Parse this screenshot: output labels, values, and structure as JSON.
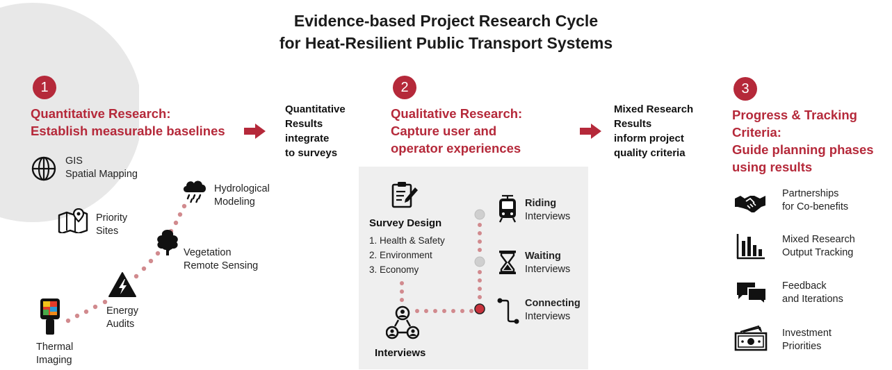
{
  "title": {
    "line1": "Evidence-based Project Research Cycle",
    "line2": "for Heat-Resilient Public Transport Systems"
  },
  "colors": {
    "accent": "#b5293a",
    "dot": "#d18a8e",
    "panel": "#efefef",
    "circle": "#e8e8e8"
  },
  "stage1": {
    "number": "1",
    "heading1": "Quantitative Research:",
    "heading2": "Establish measurable baselines",
    "items": {
      "gis": {
        "line1": "GIS",
        "line2": "Spatial Mapping",
        "icon": "globe-icon"
      },
      "priority": {
        "line1": "Priority",
        "line2": "Sites",
        "icon": "map-pin-icon"
      },
      "hydro": {
        "line1": "Hydrological",
        "line2": "Modeling",
        "icon": "rain-cloud-icon"
      },
      "vegetation": {
        "line1": "Vegetation",
        "line2": "Remote Sensing",
        "icon": "tree-icon"
      },
      "energy": {
        "line1": "Energy",
        "line2": "Audits",
        "icon": "high-voltage-icon"
      },
      "thermal": {
        "line1": "Thermal",
        "line2": "Imaging",
        "icon": "thermal-camera-icon"
      }
    }
  },
  "bridge1": {
    "line1": "Quantitative",
    "line2": "Results",
    "line3": "integrate",
    "line4": "to surveys"
  },
  "stage2": {
    "number": "2",
    "heading1": "Qualitative Research:",
    "heading2": "Capture user and",
    "heading3": "operator experiences",
    "survey": {
      "title": "Survey Design",
      "items": [
        "1.  Health & Safety",
        "2. Environment",
        "3. Economy"
      ],
      "icon": "clipboard-edit-icon"
    },
    "interviews_label": "Interviews",
    "modes": [
      {
        "bold": "Riding",
        "sub": "Interviews",
        "icon": "train-icon"
      },
      {
        "bold": "Waiting",
        "sub": "Interviews",
        "icon": "hourglass-icon"
      },
      {
        "bold": "Connecting",
        "sub": "Interviews",
        "icon": "route-icon"
      }
    ]
  },
  "bridge2": {
    "line1": "Mixed Research",
    "line2": "Results",
    "line3": "inform project",
    "line4": "quality criteria"
  },
  "stage3": {
    "number": "3",
    "heading1": "Progress & Tracking",
    "heading2": "Criteria:",
    "heading3": "Guide planning phases",
    "heading4": "using results",
    "items": [
      {
        "line1": "Partnerships",
        "line2": "for Co-benefits",
        "icon": "handshake-icon"
      },
      {
        "line1": "Mixed Research",
        "line2": "Output Tracking",
        "icon": "bar-chart-icon"
      },
      {
        "line1": "Feedback",
        "line2": "and Iterations",
        "icon": "chat-bubbles-icon"
      },
      {
        "line1": "Investment",
        "line2": "Priorities",
        "icon": "money-icon"
      }
    ]
  }
}
